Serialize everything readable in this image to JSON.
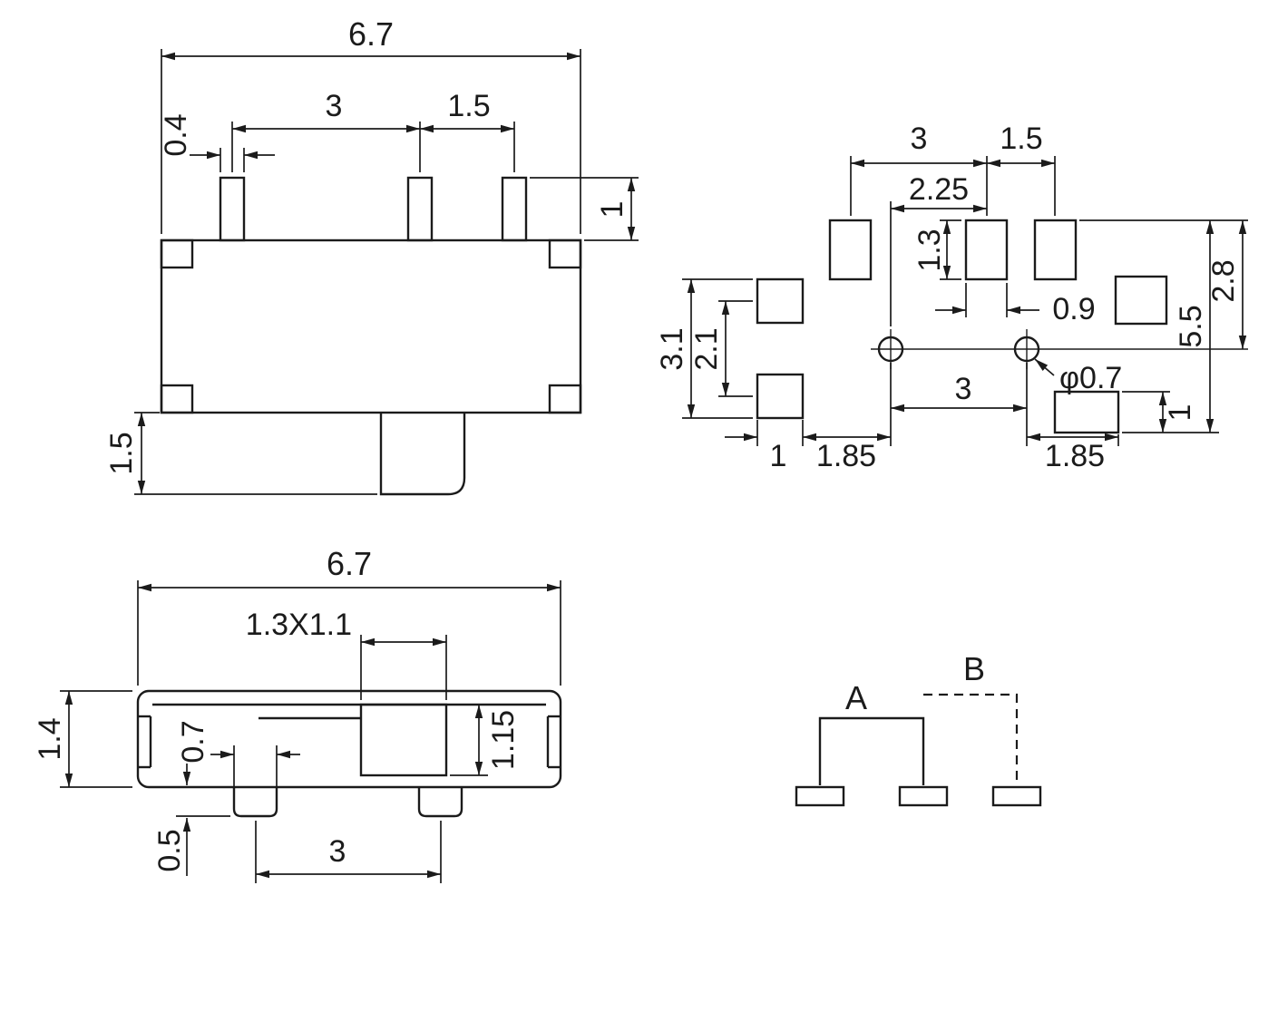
{
  "drawing": {
    "background": "#ffffff",
    "ink": "#1b1b1b",
    "top_view": {
      "overall_width": "6.7",
      "pin_width": "0.4",
      "pitch_a": "3",
      "pitch_b": "1.5",
      "pin_length": "1",
      "actuator_depth": "1.5"
    },
    "land_pattern": {
      "pitch_a": "3",
      "pitch_b": "1.5",
      "hole_to_pad": "2.25",
      "pad_height": "1.3",
      "pad_width": "0.9",
      "pattern_height": "5.5",
      "top_to_center": "2.8",
      "side_pad_span": "3.1",
      "side_pad_pitch": "2.1",
      "hole_pitch": "3",
      "hole_dia": "φ0.7",
      "side_pad_width": "1",
      "gap_left": "1.85",
      "gap_right": "1.85",
      "right_pad_height": "1"
    },
    "front_view": {
      "overall_width": "6.7",
      "overall_height": "1.4",
      "slot_size": "1.3X1.1",
      "terminal_width": "0.7",
      "knob_height": "1.15",
      "terminal_protrusion": "0.5",
      "terminal_pitch": "3"
    },
    "schematic": {
      "pos_a": "A",
      "pos_b": "B"
    }
  }
}
